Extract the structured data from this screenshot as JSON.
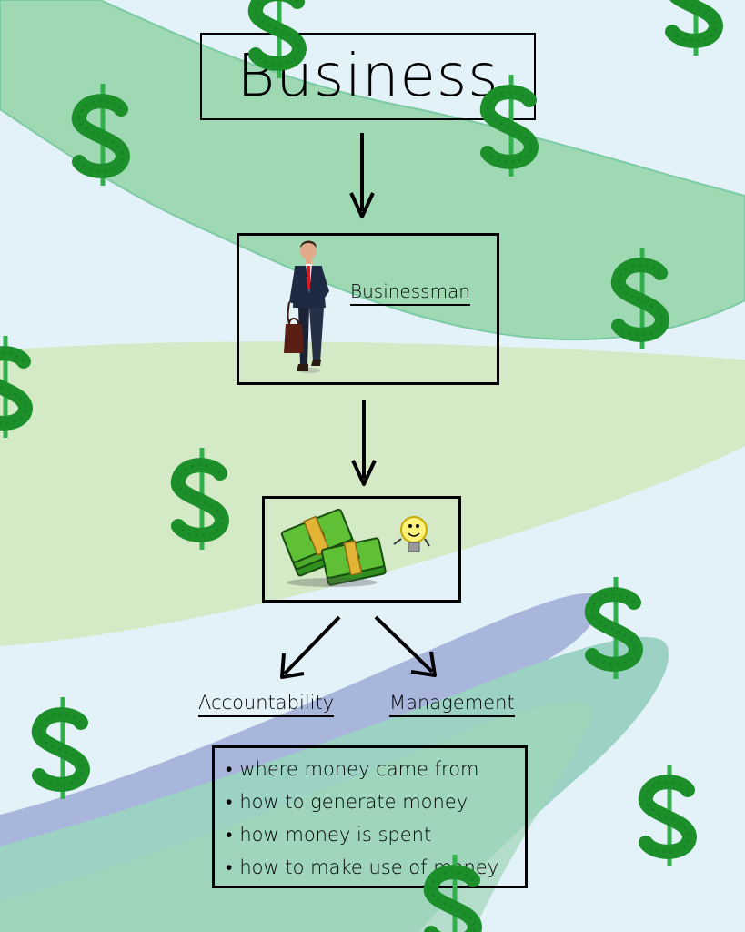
{
  "title": "Business",
  "nodes": {
    "person": {
      "label": "Businessman"
    },
    "money": {
      "image": "money-stack-and-lightbulb"
    }
  },
  "branches": {
    "left": "Accountability",
    "right": "Management"
  },
  "list": [
    "where money came from",
    "how to generate money",
    "how money is spent",
    "how to make use of money"
  ],
  "decorations": {
    "icon": "dollar-sign-icon"
  },
  "colors": {
    "background": "#e3f2f8",
    "band_green": "#9ed9b4",
    "band_lime": "#d4e9c6",
    "band_blue": "#a8b6dc",
    "band_teal": "#9bd2c4",
    "dollar": "#1c8f2a"
  }
}
